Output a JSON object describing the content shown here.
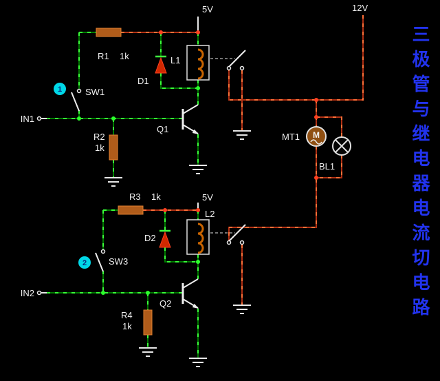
{
  "title": {
    "text": "三极管与继电器电流切电路",
    "color": "#2233ee"
  },
  "power": {
    "rail1_label": "5V",
    "rail2_label": "5V",
    "rail12_label": "12V"
  },
  "inputs": {
    "in1_label": "IN1",
    "in2_label": "IN2"
  },
  "badges": {
    "badge1": "1",
    "badge2": "2"
  },
  "components": {
    "r1": {
      "ref": "R1",
      "value": "1k"
    },
    "r2": {
      "ref": "R2",
      "value": "1k"
    },
    "r3": {
      "ref": "R3",
      "value": "1k"
    },
    "r4": {
      "ref": "R4",
      "value": "1k"
    },
    "d1": {
      "ref": "D1"
    },
    "d2": {
      "ref": "D2"
    },
    "l1": {
      "ref": "L1"
    },
    "l2": {
      "ref": "L2"
    },
    "q1": {
      "ref": "Q1"
    },
    "q2": {
      "ref": "Q2"
    },
    "sw1": {
      "ref": "SW1"
    },
    "sw3": {
      "ref": "SW3"
    },
    "mt1": {
      "ref": "MT1",
      "symbol_letter": "M"
    },
    "bl1": {
      "ref": "BL1"
    }
  },
  "colors": {
    "background": "#000000",
    "wire_signal": "#007a00",
    "wire_signal_flow": "#39ff39",
    "wire_power": "#b03014",
    "wire_power_flow": "#ff7038",
    "junction_green": "#2cff2c",
    "junction_red": "#ff4020",
    "component_body": "#b05c1a",
    "diode_body": "#d02800",
    "coil": "#c86400",
    "badge": "#00d8e8",
    "title_blue": "#2233ee",
    "label_text": "#f0f0f0"
  }
}
